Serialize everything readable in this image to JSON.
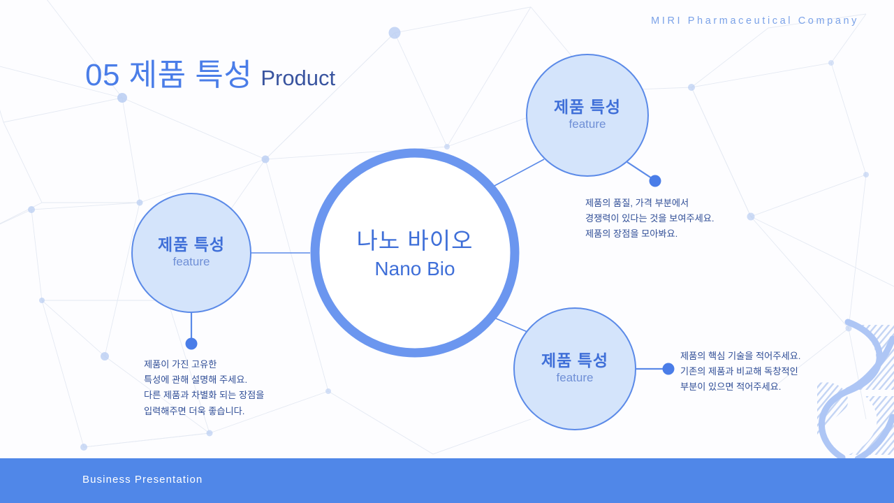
{
  "slide": {
    "company_header": "MIRI Pharmaceutical Company",
    "title_korean": "05 제품 특성",
    "title_english": "Product",
    "footer_label": "Business Presentation"
  },
  "center_node": {
    "title": "나노 바이오",
    "subtitle": "Nano Bio"
  },
  "nodes": [
    {
      "id": "top-right",
      "title": "제품 특성",
      "subtitle": "feature"
    },
    {
      "id": "left",
      "title": "제품 특성",
      "subtitle": "feature"
    },
    {
      "id": "bottom-right",
      "title": "제품 특성",
      "subtitle": "feature"
    }
  ],
  "descriptions": {
    "top_right": {
      "line1": "제품의 품질, 가격 부분에서",
      "line2": "경쟁력이 있다는 것을 보여주세요.",
      "line3": "제품의 장점을 모아봐요."
    },
    "bottom_left": {
      "line1": "제품이 가진 고유한",
      "line2": "특성에 관해 설명해 주세요.",
      "line3": "다른 제품과 차별화 되는 장점을",
      "line4": "입력해주면 더욱 좋습니다."
    },
    "bottom_right": {
      "line1": "제품의 핵심 기술을 적어주세요.",
      "line2": "기존의 제품과 비교해 독창적인",
      "line3": "부분이 있으면 적어주세요."
    }
  },
  "colors": {
    "accent_blue": "#4a7de8",
    "ring_blue": "#6b96ef",
    "node_fill": "#d4e4fb",
    "node_stroke": "#5b8ae8",
    "text_navy": "#2f4d96",
    "footer_blue": "#5087e8",
    "header_blue": "#7ba2e8",
    "title_navy": "#39549f",
    "dna_blue": "#aec6f5"
  }
}
